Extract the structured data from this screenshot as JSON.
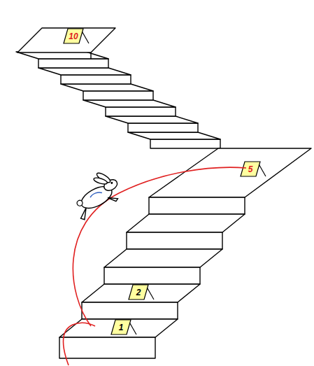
{
  "diagram": {
    "labels": [
      "10",
      "5",
      "2",
      "1"
    ]
  }
}
